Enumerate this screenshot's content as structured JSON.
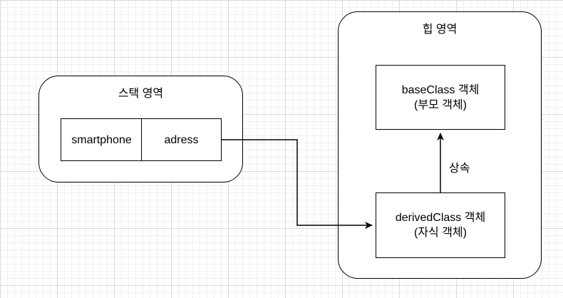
{
  "stack_area": {
    "title": "스택 영역",
    "cell_left": "smartphone",
    "cell_right": "adress"
  },
  "heap_area": {
    "title": "힙 영역",
    "base_box": {
      "line1": "baseClass 객체",
      "line2": "(부모 객체)"
    },
    "derived_box": {
      "line1": "derivedClass 객체",
      "line2": "(자식 객체)"
    },
    "inherit_label": "상속"
  },
  "colors": {
    "stroke": "#000000",
    "background": "#ffffff",
    "grid": "#d9d9d9"
  }
}
